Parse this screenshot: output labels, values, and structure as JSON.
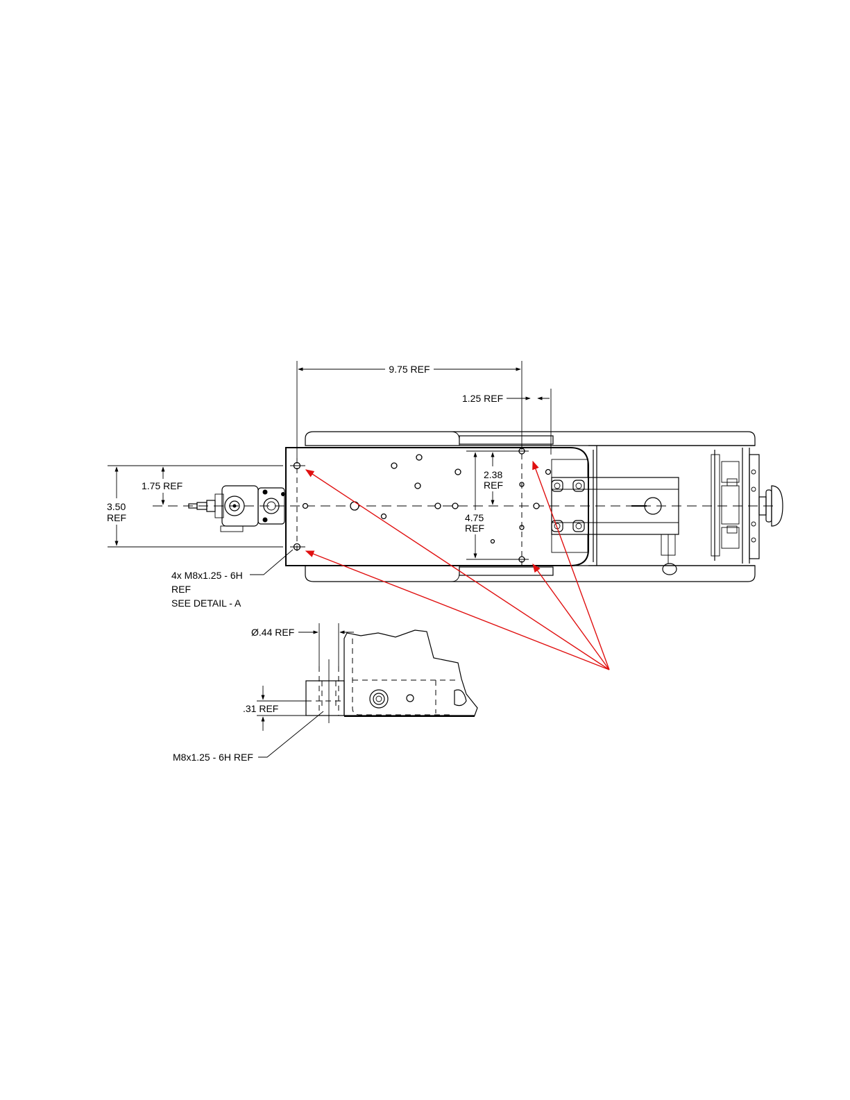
{
  "dimensions": {
    "length_ref": "9.75 REF",
    "offset_ref": "1.25 REF",
    "half_width_ref": "1.75 REF",
    "width_value": "3.50",
    "width_ref_word": "REF",
    "inner_half_value": "2.38",
    "inner_half_ref_word": "REF",
    "inner_width_value": "4.75",
    "inner_width_ref_word": "REF"
  },
  "callouts": {
    "thread_line1": "4x M8x1.25 - 6H",
    "thread_line2": "REF",
    "thread_line3": "SEE DETAIL - A"
  },
  "detail": {
    "diameter_ref": "Ø.44 REF",
    "depth_ref": ".31 REF",
    "thread_ref": "M8x1.25 - 6H REF"
  },
  "colors": {
    "line": "#000000",
    "pointer": "#e01010",
    "background": "#ffffff"
  }
}
